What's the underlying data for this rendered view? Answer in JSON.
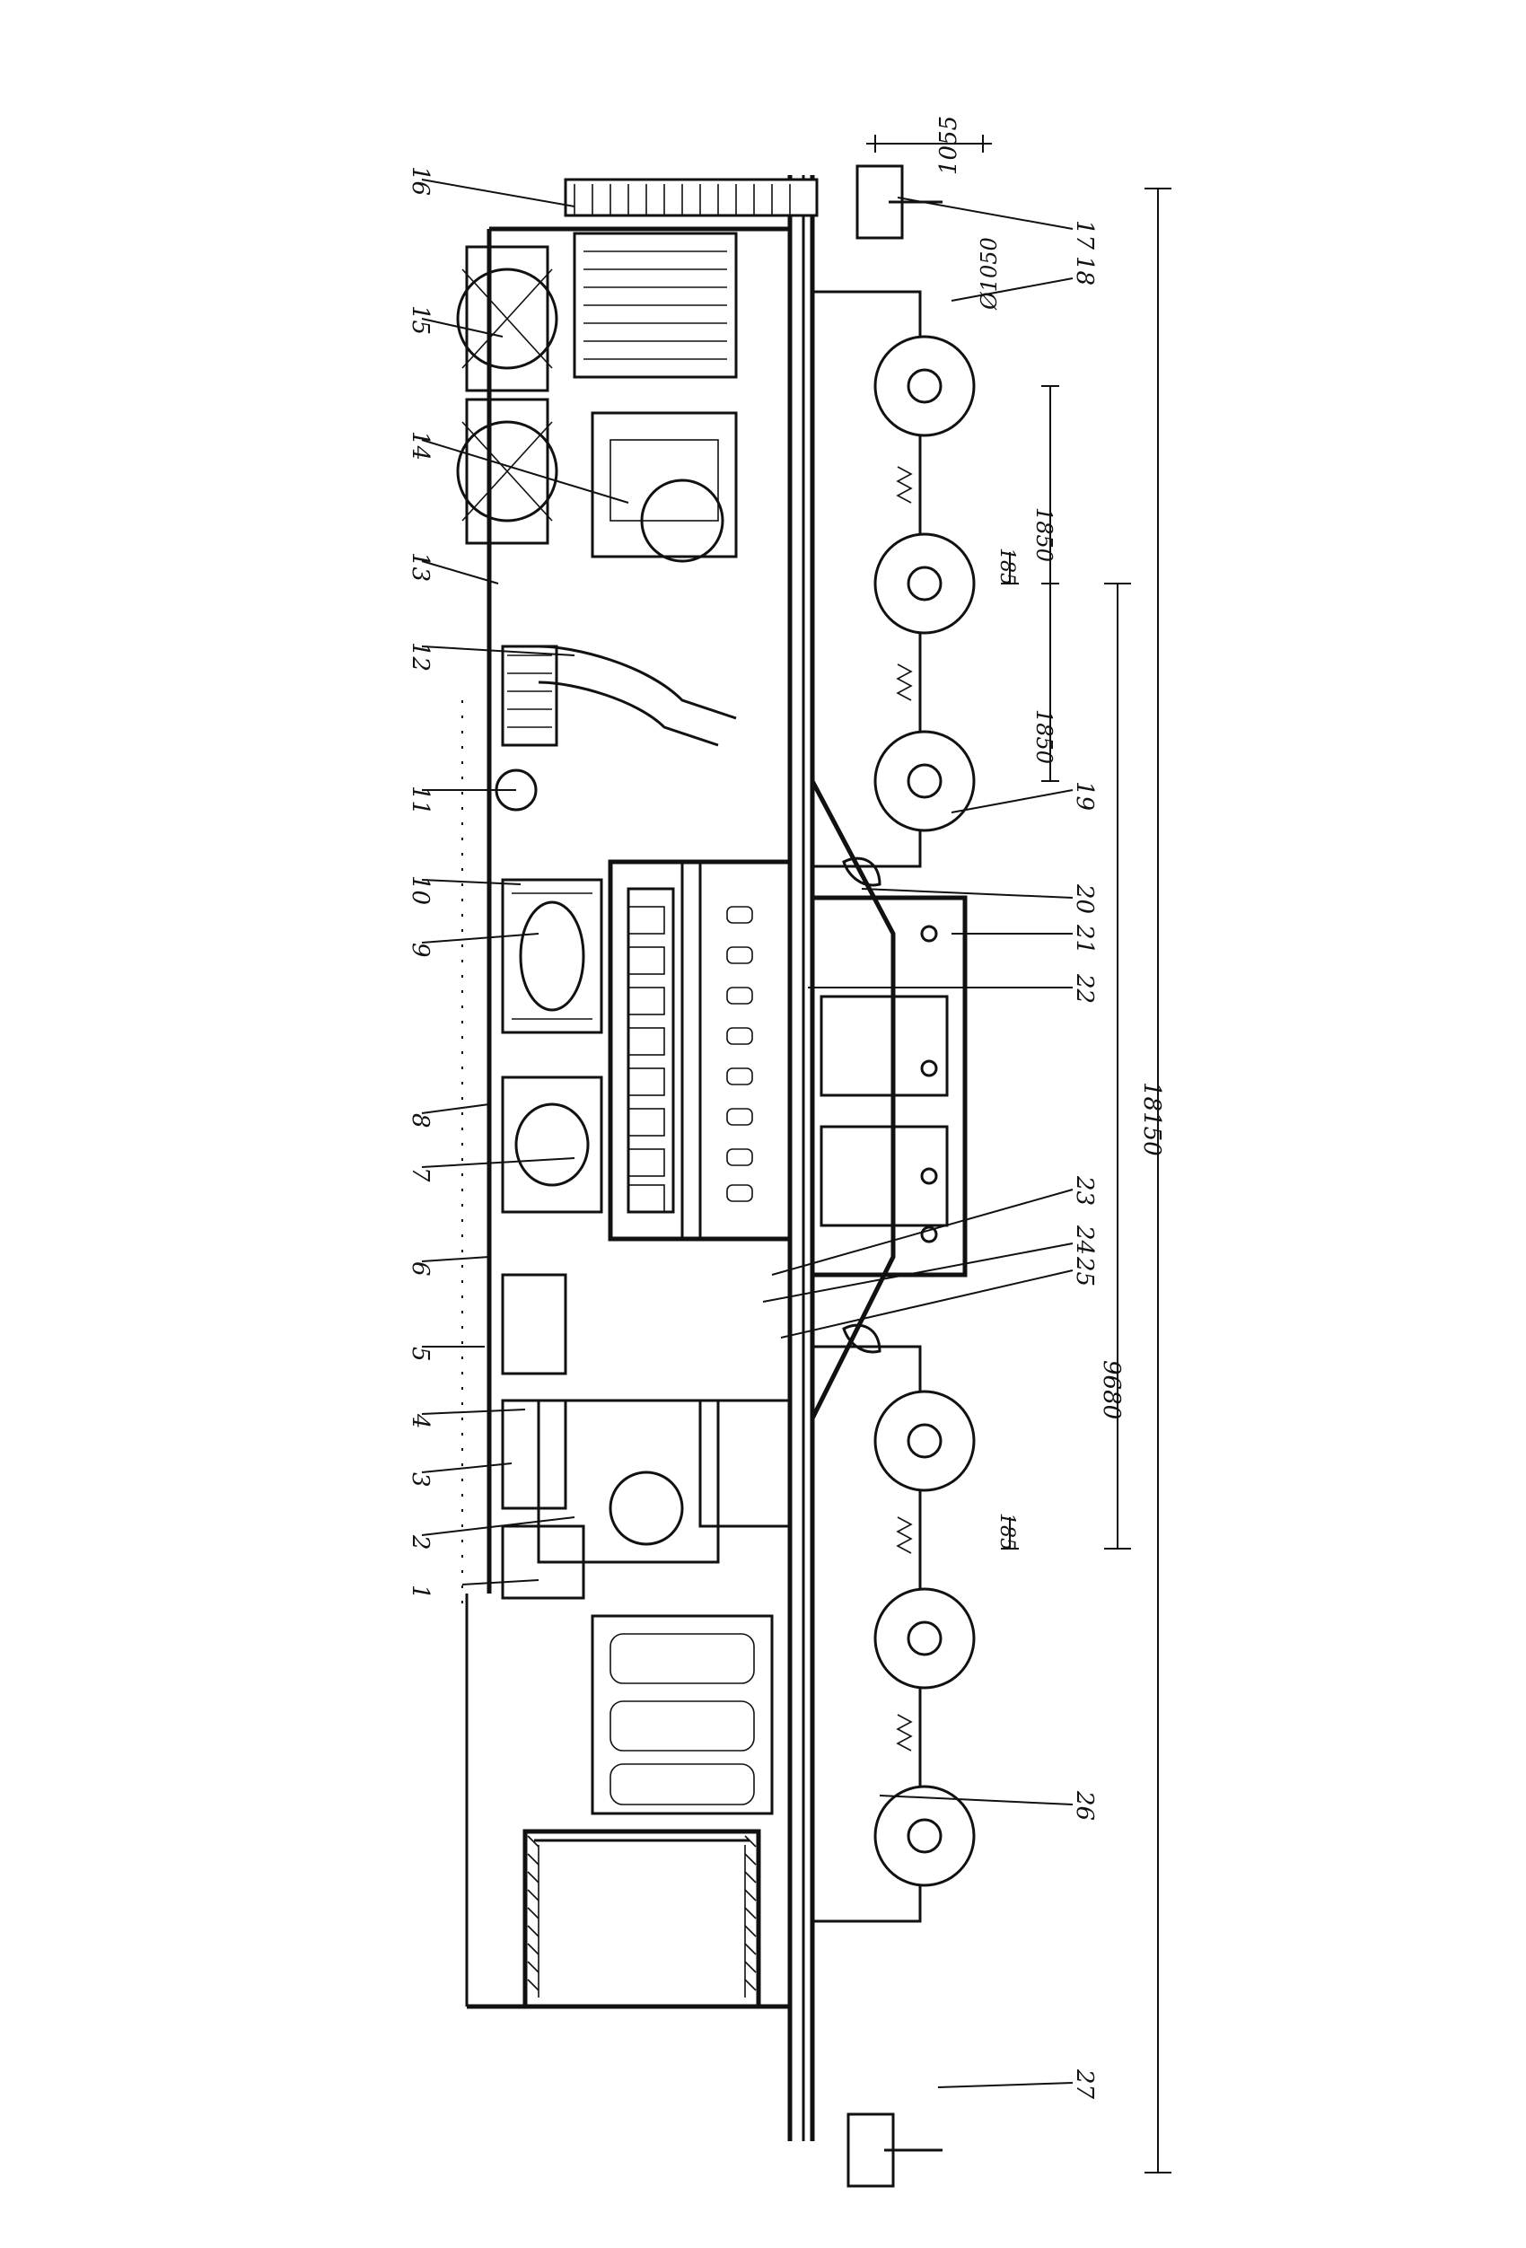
{
  "diagram": {
    "callouts": [
      {
        "id": "c1",
        "text": "1"
      },
      {
        "id": "c2",
        "text": "2"
      },
      {
        "id": "c3",
        "text": "3"
      },
      {
        "id": "c4",
        "text": "4"
      },
      {
        "id": "c5",
        "text": "5"
      },
      {
        "id": "c6",
        "text": "6"
      },
      {
        "id": "c7",
        "text": "7"
      },
      {
        "id": "c8",
        "text": "8"
      },
      {
        "id": "c9",
        "text": "9"
      },
      {
        "id": "c10",
        "text": "10"
      },
      {
        "id": "c11",
        "text": "11"
      },
      {
        "id": "c12",
        "text": "12"
      },
      {
        "id": "c13",
        "text": "13"
      },
      {
        "id": "c14",
        "text": "14"
      },
      {
        "id": "c15",
        "text": "15"
      },
      {
        "id": "c16",
        "text": "16"
      },
      {
        "id": "c17",
        "text": "17"
      },
      {
        "id": "c18",
        "text": "18"
      },
      {
        "id": "c19",
        "text": "19"
      },
      {
        "id": "c20",
        "text": "20"
      },
      {
        "id": "c21",
        "text": "21"
      },
      {
        "id": "c22",
        "text": "22"
      },
      {
        "id": "c23",
        "text": "23"
      },
      {
        "id": "c24",
        "text": "24"
      },
      {
        "id": "c25",
        "text": "25"
      },
      {
        "id": "c26",
        "text": "26"
      },
      {
        "id": "c27",
        "text": "27"
      }
    ],
    "dimensions": {
      "buffer_height": "1055",
      "wheel_diameter": "Ø1050",
      "axle_base_1": "1850",
      "axle_base_2": "1850",
      "gap_front": "185",
      "overall_length": "18150",
      "bogie_centers": "9680",
      "gap_rear": "185"
    }
  }
}
